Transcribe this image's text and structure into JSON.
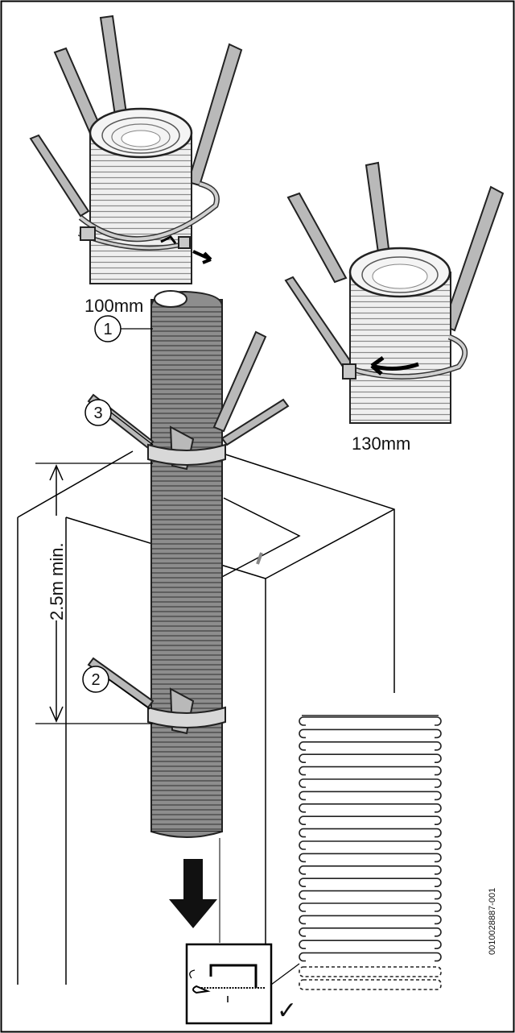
{
  "labels": {
    "size_small": "100mm",
    "size_large": "130mm",
    "distance": "2.5m min.",
    "callout_1": "1",
    "callout_2": "2",
    "callout_3": "3",
    "check_mark": "✓",
    "figure_code": "0010028887-001"
  }
}
